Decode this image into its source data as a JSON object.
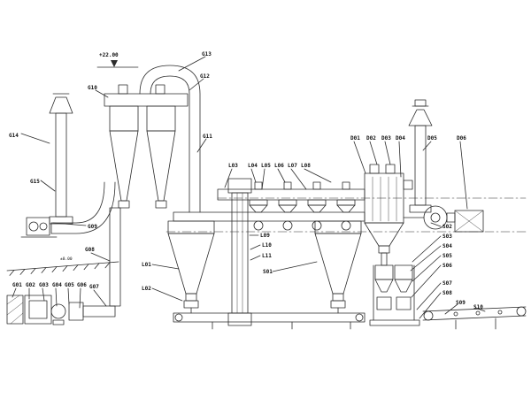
{
  "diagram": {
    "elevation_top": "+22.00",
    "elevation_ground": "±0.00",
    "colors": {
      "line": "#2b2b2b",
      "background": "#ffffff"
    },
    "labels": {
      "g01": "G01",
      "g02": "G02",
      "g03": "G03",
      "g04": "G04",
      "g05": "G05",
      "g06": "G06",
      "g07": "G07",
      "g08": "G08",
      "g09": "G09",
      "g10": "G10",
      "g11": "G11",
      "g12": "G12",
      "g13": "G13",
      "g14": "G14",
      "g15": "G15",
      "l01": "L01",
      "l02": "L02",
      "l03": "L03",
      "l04": "L04",
      "l05": "L05",
      "l06": "L06",
      "l07": "L07",
      "l08": "L08",
      "l09": "L09",
      "l10": "L10",
      "l11": "L11",
      "s01": "S01",
      "s02": "S02",
      "s03": "S03",
      "s04": "S04",
      "s05": "S05",
      "s06": "S06",
      "s07": "S07",
      "s08": "S08",
      "s09": "S09",
      "s10": "S10",
      "d01": "D01",
      "d02": "D02",
      "d03": "D03",
      "d04": "D04",
      "d05": "D05",
      "d06": "D06"
    }
  }
}
